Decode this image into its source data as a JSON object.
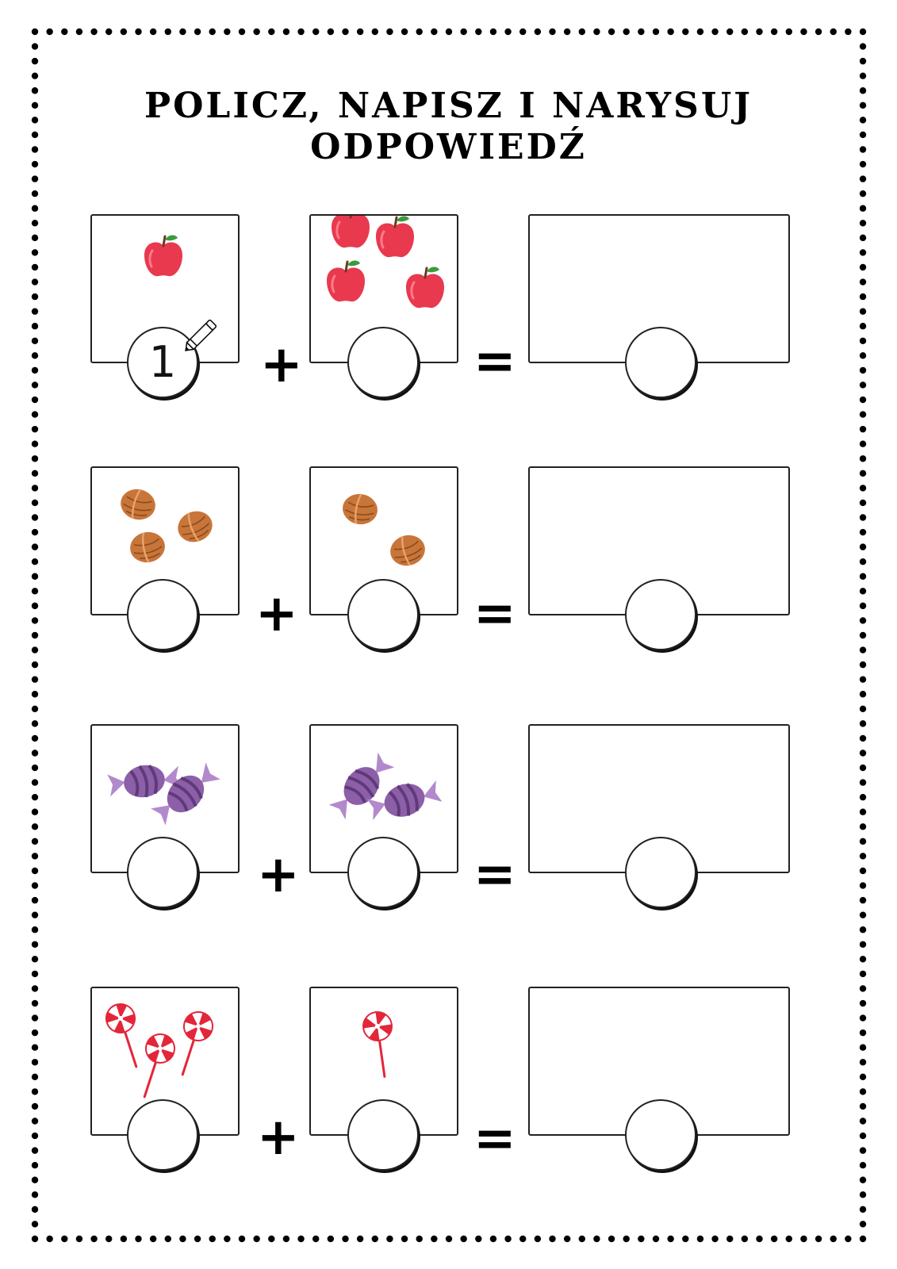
{
  "title": {
    "line1": "POLICZ, NAPISZ I NARYSUJ",
    "line2": "ODPOWIEDŹ"
  },
  "operators": {
    "plus": "+",
    "equals": "="
  },
  "rows": [
    {
      "item": "apple-icon",
      "left_count": 1,
      "right_count": 4,
      "left_answer": "1",
      "right_answer": "",
      "sum_answer": ""
    },
    {
      "item": "walnut-icon",
      "left_count": 3,
      "right_count": 2,
      "left_answer": "",
      "right_answer": "",
      "sum_answer": ""
    },
    {
      "item": "candy-icon",
      "left_count": 2,
      "right_count": 2,
      "left_answer": "",
      "right_answer": "",
      "sum_answer": ""
    },
    {
      "item": "lollipop-icon",
      "left_count": 3,
      "right_count": 1,
      "left_answer": "",
      "right_answer": "",
      "sum_answer": ""
    }
  ],
  "colors": {
    "apple": "#e8394f",
    "walnut": "#c8753a",
    "candy": "#8c5fa8",
    "lollipop": "#e3263a",
    "border": "#000000"
  }
}
